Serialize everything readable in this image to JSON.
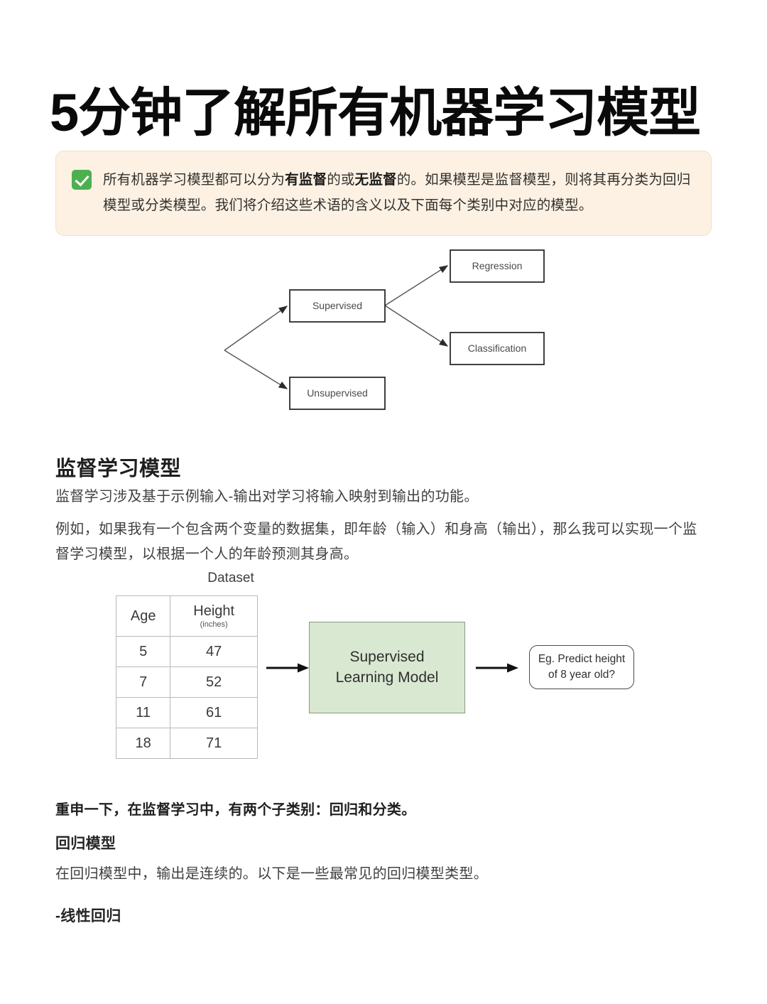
{
  "article": {
    "title": "5分钟了解所有机器学习模型"
  },
  "callout": {
    "icon": "white-check-mark-icon",
    "icon_color": "#4cb050",
    "background_color": "#fcf1e3",
    "border_color": "#f6e0c4",
    "text_part1": "所有机器学习模型都可以分为",
    "bold1": "有监督",
    "text_part2": "的或",
    "bold2": "无监督",
    "text_part3": "的。如果模型是监督模型，则将其再分类为回归模型或分类模型。我们将介绍这些术语的含义以及下面每个类别中对应的模型。"
  },
  "tree_diagram": {
    "nodes": {
      "supervised": "Supervised",
      "unsupervised": "Unsupervised",
      "regression": "Regression",
      "classification": "Classification"
    }
  },
  "sections": {
    "supervised_heading": "监督学习模型",
    "supervised_p1": "监督学习涉及基于示例输入-输出对学习将输入映射到输出的功能。",
    "supervised_p2": "例如，如果我有一个包含两个变量的数据集，即年龄（输入）和身高（输出），那么我可以实现一个监督学习模型，以根据一个人的年龄预测其身高。",
    "restate": "重申一下，在监督学习中，有两个子类别：回归和分类。",
    "regression_heading": "回归模型",
    "regression_p1": "在回归模型中，输出是连续的。以下是一些最常见的回归模型类型。",
    "linear_regression_item": "-线性回归"
  },
  "flow_figure": {
    "dataset_title": "Dataset",
    "table": {
      "columns": [
        "Age",
        "Height"
      ],
      "column_unit": "(inches)",
      "rows": [
        [
          "5",
          "47"
        ],
        [
          "7",
          "52"
        ],
        [
          "11",
          "61"
        ],
        [
          "18",
          "71"
        ]
      ]
    },
    "model_box_line1": "Supervised",
    "model_box_line2": "Learning Model",
    "model_box_color": "#d9e8d1",
    "predict_box_line1": "Eg. Predict height",
    "predict_box_line2": "of 8 year old?"
  }
}
